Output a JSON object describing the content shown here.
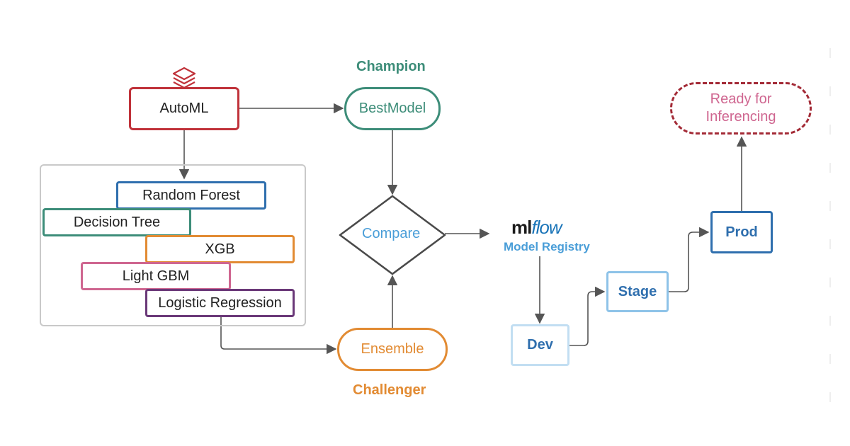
{
  "colors": {
    "automl": "#c0323a",
    "champion": "#3d8d79",
    "challenger": "#e28b33",
    "compare_border": "#4a4a4a",
    "compare_text": "#4a9ed8",
    "random_forest": "#2f6fae",
    "decision_tree": "#3d8d79",
    "xgb": "#e28b33",
    "light_gbm": "#cf6690",
    "logistic_regression": "#6a3878",
    "registry": "#4a9ed8",
    "dev": "#c2def2",
    "stage": "#8ec3e8",
    "prod": "#2f6fae",
    "ready": "#a32a36",
    "ready_text": "#cf6690",
    "arrow": "#555555",
    "container": "#c9c9c9"
  },
  "automl": {
    "label": "AutoML",
    "icon": "databricks-layers-icon"
  },
  "models": {
    "random_forest": "Random Forest",
    "decision_tree": "Decision Tree",
    "xgb": "XGB",
    "light_gbm": "Light GBM",
    "logistic_regression": "Logistic Regression"
  },
  "champion": {
    "title": "Champion",
    "node": "BestModel"
  },
  "challenger": {
    "title": "Challenger",
    "node": "Ensemble"
  },
  "compare": {
    "label": "Compare"
  },
  "mlflow": {
    "logo_ml": "ml",
    "logo_flow": "flow",
    "subtitle": "Model Registry"
  },
  "stages": {
    "dev": "Dev",
    "stage": "Stage",
    "prod": "Prod"
  },
  "ready": {
    "line1": "Ready for",
    "line2": "Inferencing"
  }
}
